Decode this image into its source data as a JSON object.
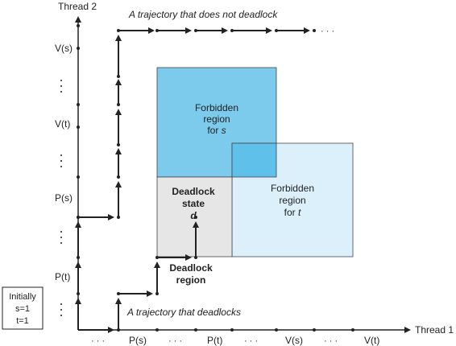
{
  "axes": {
    "thread2": "Thread 2",
    "thread1": "Thread 1"
  },
  "y_ticks": [
    "V(s)",
    "V(t)",
    "P(s)",
    "P(t)"
  ],
  "x_ticks": [
    "P(s)",
    "P(t)",
    "V(s)",
    "V(t)"
  ],
  "ellipsis": {
    "dots_h": "· · ·",
    "dots_v": "·\n·\n·"
  },
  "initial_box": {
    "line1": "Initially",
    "line2": "s=1",
    "line3": "t=1"
  },
  "trajectories": {
    "no_deadlock": "A trajectory that does not deadlock",
    "deadlock": "A trajectory that deadlocks"
  },
  "regions": {
    "forbidden_s": {
      "line1": "Forbidden",
      "line2": "region",
      "line3": "for ",
      "var": "s"
    },
    "forbidden_t": {
      "line1": "Forbidden",
      "line2": "region",
      "line3": "for ",
      "var": "t"
    },
    "deadlock_state": {
      "line1": "Deadlock",
      "line2": "state",
      "var": "d"
    },
    "deadlock_region": {
      "line1": "Deadlock",
      "line2": "region"
    }
  },
  "colors": {
    "forbidden_s": "#7ccbec",
    "forbidden_t": "#dcf0fb",
    "overlap": "#5fc0ea",
    "deadlock_state": "#e6e6e6",
    "line": "#222222"
  }
}
